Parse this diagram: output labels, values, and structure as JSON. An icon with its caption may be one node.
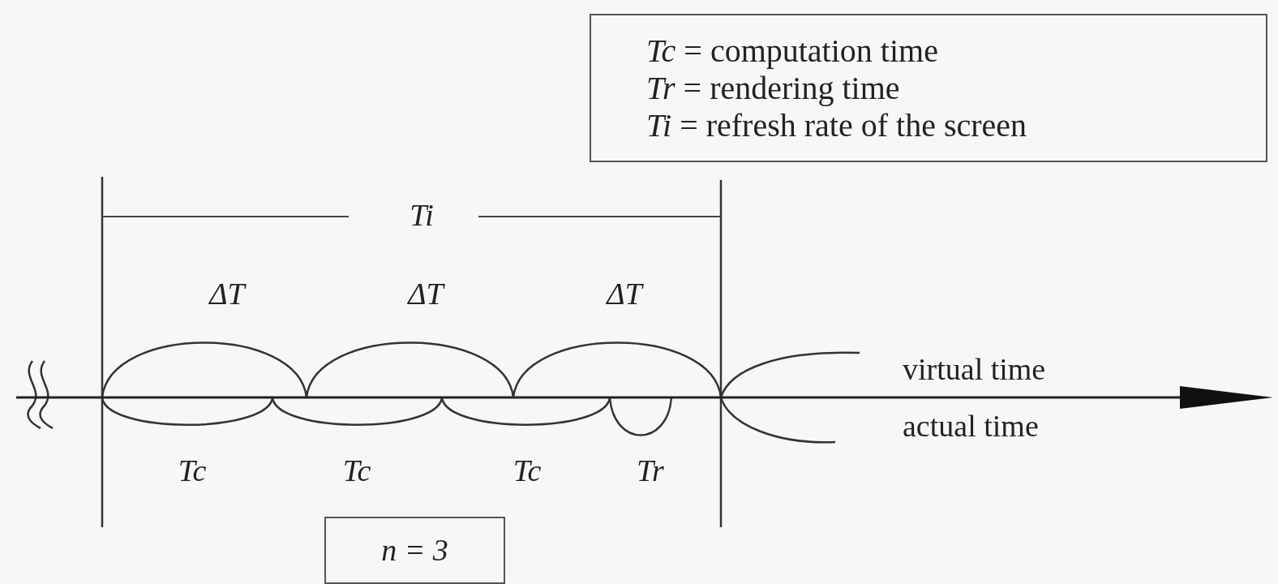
{
  "diagram": {
    "nodes": [
      {
        "text": [
          "*Tc* = computation time",
          "*Tr* = rendering time",
          "*Ti* = refresh rate of the screen"
        ]
      },
      {
        "text": [
          "n = 3"
        ]
      }
    ],
    "labels": [
      "Ti",
      "ΔT",
      "ΔT",
      "ΔT",
      "virtual time",
      "actual time",
      "Tc",
      "Tc",
      "Tc",
      "Tr"
    ]
  }
}
